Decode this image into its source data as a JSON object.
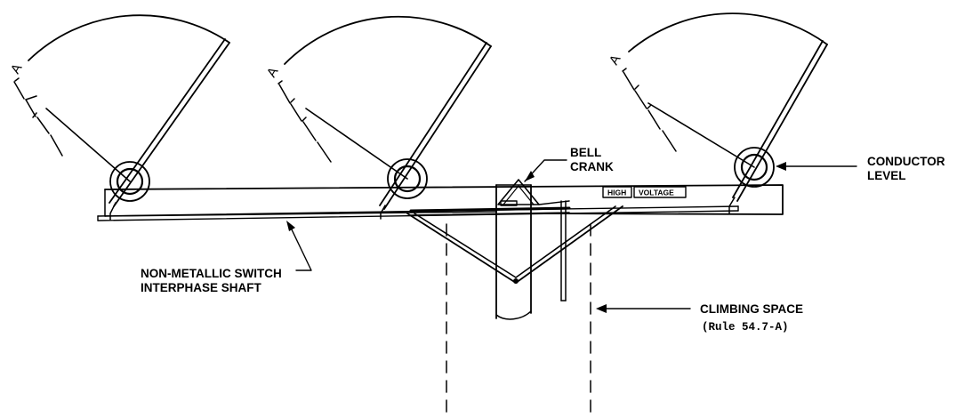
{
  "labels": {
    "bell_crank_1": "BELL",
    "bell_crank_2": "CRANK",
    "conductor_level_1": "CONDUCTOR",
    "conductor_level_2": "LEVEL",
    "shaft_1": "NON-METALLIC SWITCH",
    "shaft_2": "INTERPHASE SHAFT",
    "climbing_space": "CLIMBING SPACE",
    "rule_ref": "(Rule 54.7-A)",
    "sign_high": "HIGH",
    "sign_voltage": "VOLTAGE"
  },
  "phase_marks": [
    "A",
    "A",
    "A"
  ]
}
